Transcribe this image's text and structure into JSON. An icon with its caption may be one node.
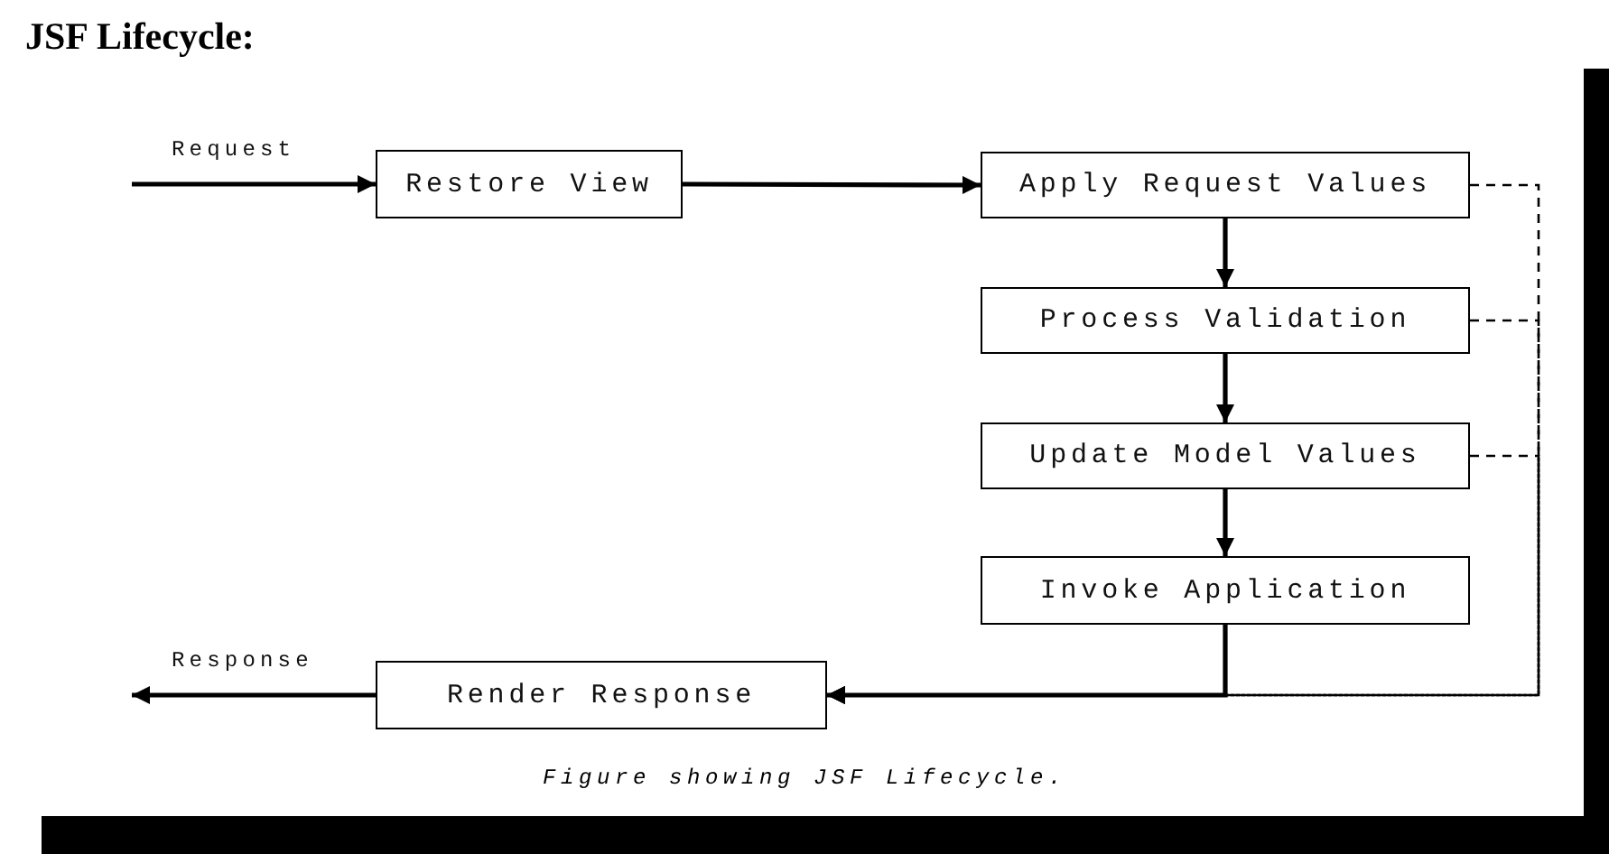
{
  "diagram": {
    "title": "JSF Lifecycle:",
    "caption": "Figure showing JSF Lifecycle.",
    "nodes": [
      {
        "text": [
          "Restore View"
        ]
      },
      {
        "text": [
          "Apply Request Values"
        ]
      },
      {
        "text": [
          "Process Validation"
        ]
      },
      {
        "text": [
          "Update Model Values"
        ]
      },
      {
        "text": [
          "Invoke Application"
        ]
      },
      {
        "text": [
          "Render Response"
        ]
      }
    ],
    "edges": [
      {
        "from": null,
        "to": 0,
        "arrow": "to",
        "label": "Request"
      },
      {
        "from": 0,
        "to": 1,
        "arrow": "to"
      },
      {
        "from": 1,
        "to": 2,
        "arrow": "to"
      },
      {
        "from": 2,
        "to": 3,
        "arrow": "to"
      },
      {
        "from": 3,
        "to": 4,
        "arrow": "to"
      },
      {
        "from": 4,
        "to": 5,
        "arrow": "to"
      },
      {
        "from": 1,
        "to": 5,
        "arrow": "to",
        "style": "dashed"
      },
      {
        "from": 2,
        "to": 5,
        "arrow": "to",
        "style": "dashed"
      },
      {
        "from": 3,
        "to": 5,
        "arrow": "to",
        "style": "dashed"
      },
      {
        "from": 5,
        "to": null,
        "arrow": "to",
        "label": "Response"
      }
    ]
  }
}
